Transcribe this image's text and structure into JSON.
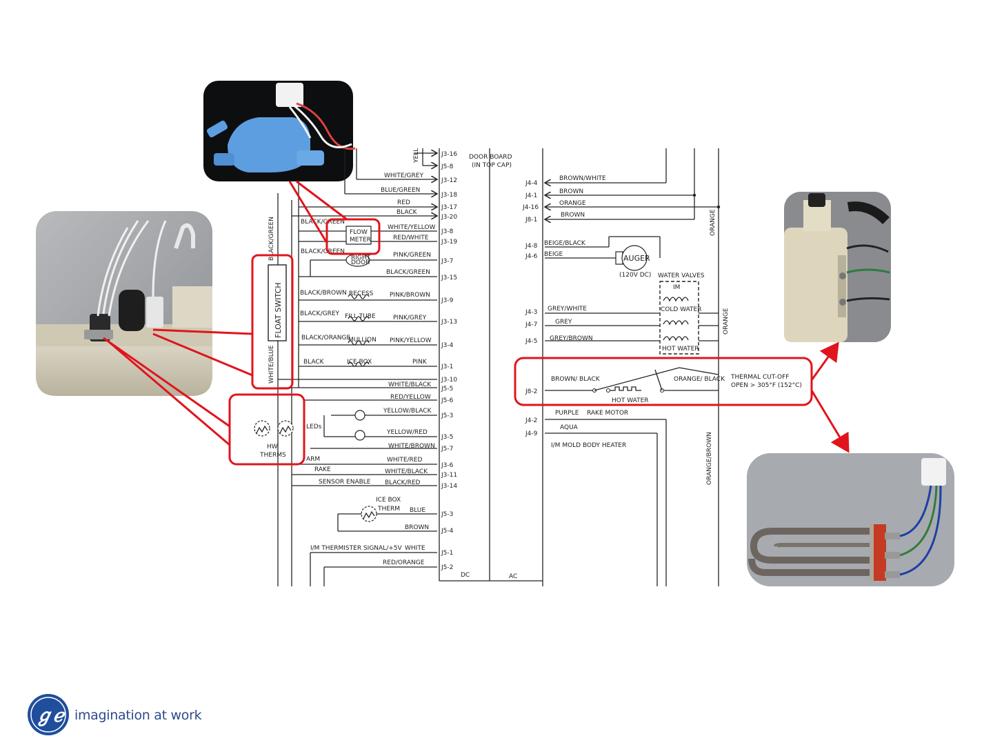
{
  "logo": {
    "tagline": "imagination at work",
    "brand_color": "#1f4e9c"
  },
  "highlight_color": "#e0141c",
  "left_labels": {
    "black_green_vertical": "BLACK/GREEN",
    "white_blue_vertical": "WHITE/BLUE",
    "float_switch": "FLOAT SWITCH",
    "black_green_1": "BLACK/GREEN",
    "black_green_2": "BLACK/GREEN",
    "flow_meter": [
      "FLOW",
      "METER"
    ],
    "door": [
      "RIGHT",
      "DOOR"
    ],
    "black_brown": "BLACK/BROWN",
    "recess": "RECESS",
    "black_grey": "BLACK/GREY",
    "fill_tube": "FILL TUBE",
    "black_orange": "BLACK/ORANGE",
    "mullion": "MULLION",
    "black": "BLACK",
    "ice_box": "ICE BOX",
    "leds": "LEDs",
    "hw_therms": [
      "HW",
      "THERMS"
    ],
    "arm": "ARM",
    "rake": "RAKE",
    "sensor_enable": "SENSOR ENABLE",
    "ice_box_therm": [
      "ICE BOX",
      "THERM"
    ],
    "im_thermister": "I/M THERMISTER SIGNAL/+5V"
  },
  "wires_j3": [
    {
      "color": "YELL",
      "pin": "J3-16"
    },
    {
      "color": "",
      "pin": "J5-8"
    },
    {
      "color": "WHITE/GREY",
      "pin": "J3-12"
    },
    {
      "color": "BLUE/GREEN",
      "pin": "J3-18"
    },
    {
      "color": "RED",
      "pin": "J3-17"
    },
    {
      "color": "BLACK",
      "pin": "J3-20"
    },
    {
      "color": "WHITE/YELLOW",
      "pin": "J3-8"
    },
    {
      "color": "RED/WHITE",
      "pin": "J3-19"
    },
    {
      "color": "PINK/GREEN",
      "pin": "J3-7"
    },
    {
      "color": "BLACK/GREEN",
      "pin": "J3-15"
    },
    {
      "color": "PINK/BROWN",
      "pin": "J3-9"
    },
    {
      "color": "PINK/GREY",
      "pin": "J3-13"
    },
    {
      "color": "PINK/YELLOW",
      "pin": "J3-4"
    },
    {
      "color": "PINK",
      "pin": "J3-1"
    },
    {
      "color": "",
      "pin": "J3-10"
    },
    {
      "color": "WHITE/BLACK",
      "pin": "J5-5"
    },
    {
      "color": "RED/YELLOW",
      "pin": "J5-6"
    },
    {
      "color": "YELLOW/BLACK",
      "pin": "J5-3"
    },
    {
      "color": "YELLOW/RED",
      "pin": "J3-5"
    },
    {
      "color": "WHITE/BROWN",
      "pin": "J5-7"
    },
    {
      "color": "WHITE/RED",
      "pin": "J3-6"
    },
    {
      "color": "WHITE/BLACK",
      "pin": "J3-11"
    },
    {
      "color": "BLACK/RED",
      "pin": "J3-14"
    },
    {
      "color": "BLUE",
      "pin": "J5-3"
    },
    {
      "color": "BROWN",
      "pin": "J5-4"
    },
    {
      "color": "WHITE",
      "pin": "J5-1"
    },
    {
      "color": "RED/ORANGE",
      "pin": "J5-2"
    }
  ],
  "board": {
    "title": [
      "DOOR BOARD",
      "(IN TOP CAP)"
    ],
    "dc": "DC",
    "ac": "AC"
  },
  "wires_j4": [
    {
      "pin": "J4-4",
      "color": "BROWN/WHITE"
    },
    {
      "pin": "J4-1",
      "color": "BROWN"
    },
    {
      "pin": "J4-16",
      "color": "ORANGE"
    },
    {
      "pin": "J8-1",
      "color": "BROWN"
    },
    {
      "pin": "J4-8",
      "color": "BEIGE/BLACK"
    },
    {
      "pin": "J4-6",
      "color": "BEIGE"
    },
    {
      "pin": "J4-3",
      "color": "GREY/WHITE"
    },
    {
      "pin": "J4-7",
      "color": "GREY"
    },
    {
      "pin": "J4-5",
      "color": "GREY/BROWN"
    },
    {
      "pin": "J8-2",
      "color": "BROWN/ BLACK"
    },
    {
      "pin": "J4-2",
      "color": "PURPLE"
    },
    {
      "pin": "J4-9",
      "color": "AQUA"
    }
  ],
  "right_labels": {
    "auger": "AUGER",
    "auger_voltage": "(120V DC)",
    "water_valves": "WATER VALVES",
    "im": "IM",
    "cold_water": "COLD WATER",
    "hot_water_valve": "HOT WATER",
    "hot_water_heater": "HOT WATER",
    "orange_black": "ORANGE/ BLACK",
    "thermal_cutoff": [
      "THERMAL CUT-OFF",
      "OPEN > 305°F (152°C)"
    ],
    "rake_motor": "RAKE MOTOR",
    "mold_heater": "I/M MOLD BODY HEATER",
    "orange_vertical_1": "ORANGE",
    "orange_vertical_2": "ORANGE",
    "orange_brown_vertical": "ORANGE/BROWN"
  }
}
